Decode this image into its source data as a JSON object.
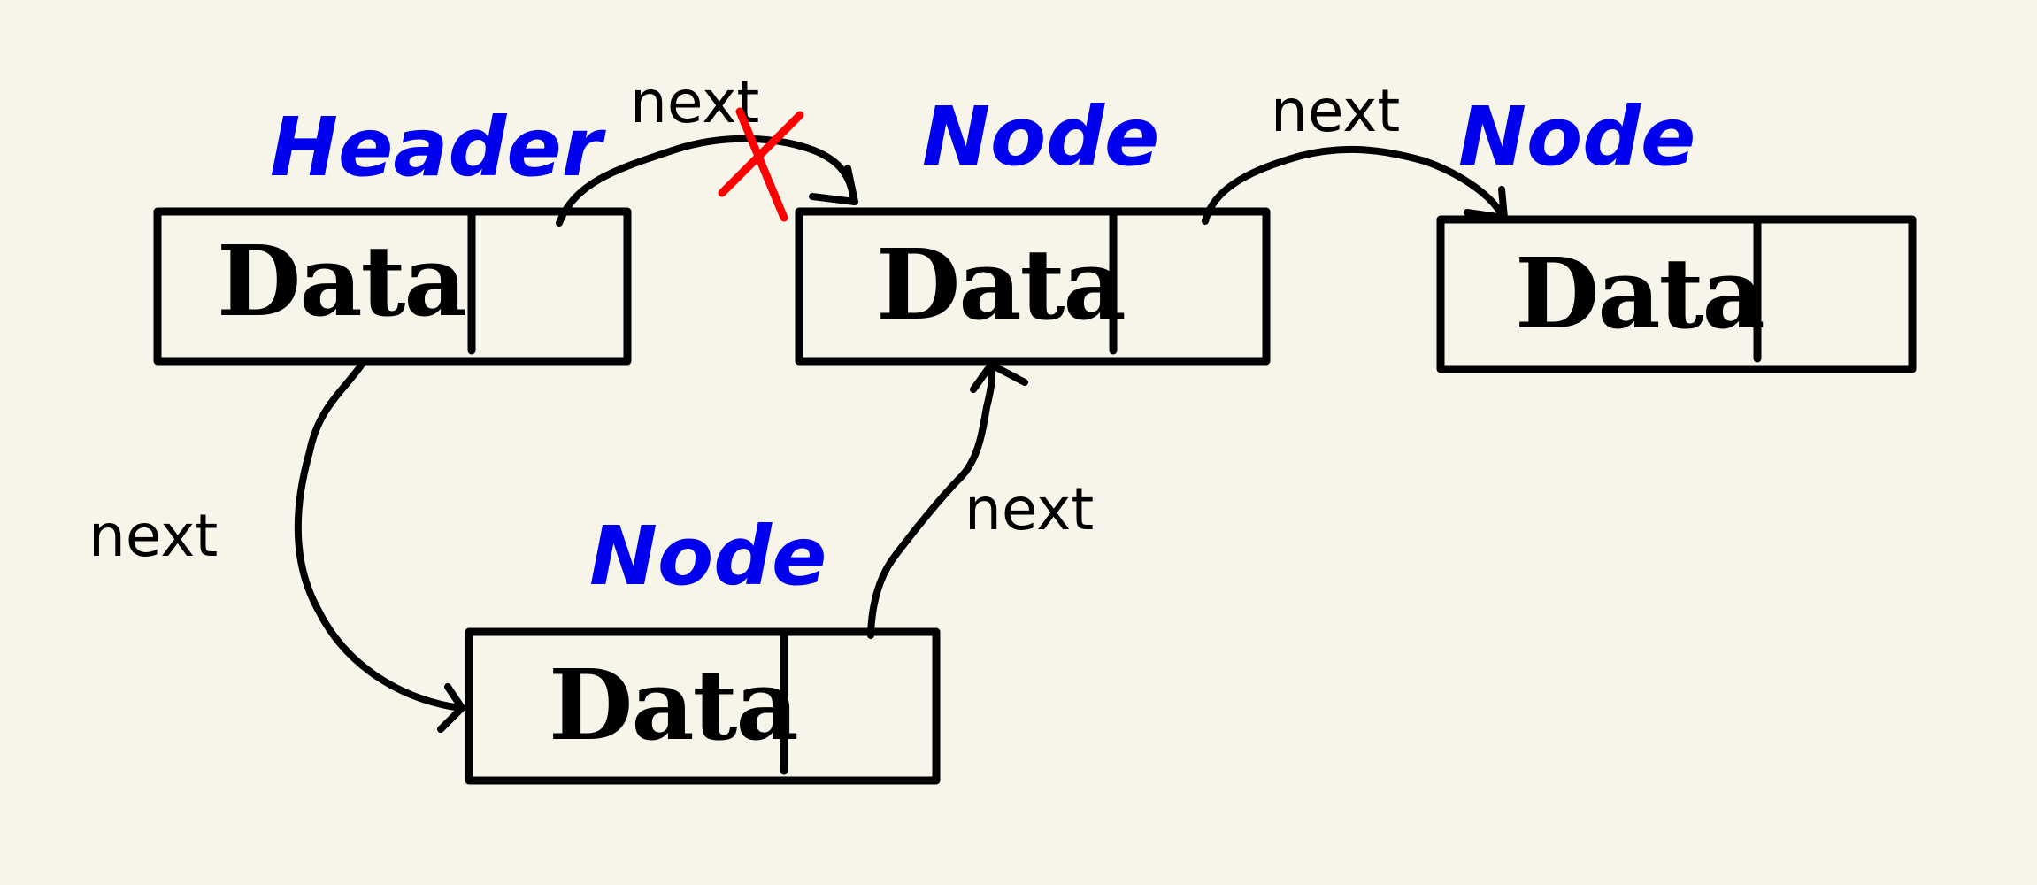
{
  "colors": {
    "background": "#f7f5ea",
    "stroke": "#000000",
    "node_title": "#0000ee",
    "removed_link": "#ff0000"
  },
  "nodes": [
    {
      "title": "Header",
      "field": "Data"
    },
    {
      "title": "Node",
      "field": "Data"
    },
    {
      "title": "Node",
      "field": "Data"
    },
    {
      "title": "Node",
      "field": "Data"
    }
  ],
  "links": [
    {
      "label": "next"
    },
    {
      "label": "next"
    },
    {
      "label": "next"
    },
    {
      "label": "next"
    }
  ],
  "removed_marker": {
    "icon": "x-mark-icon"
  }
}
